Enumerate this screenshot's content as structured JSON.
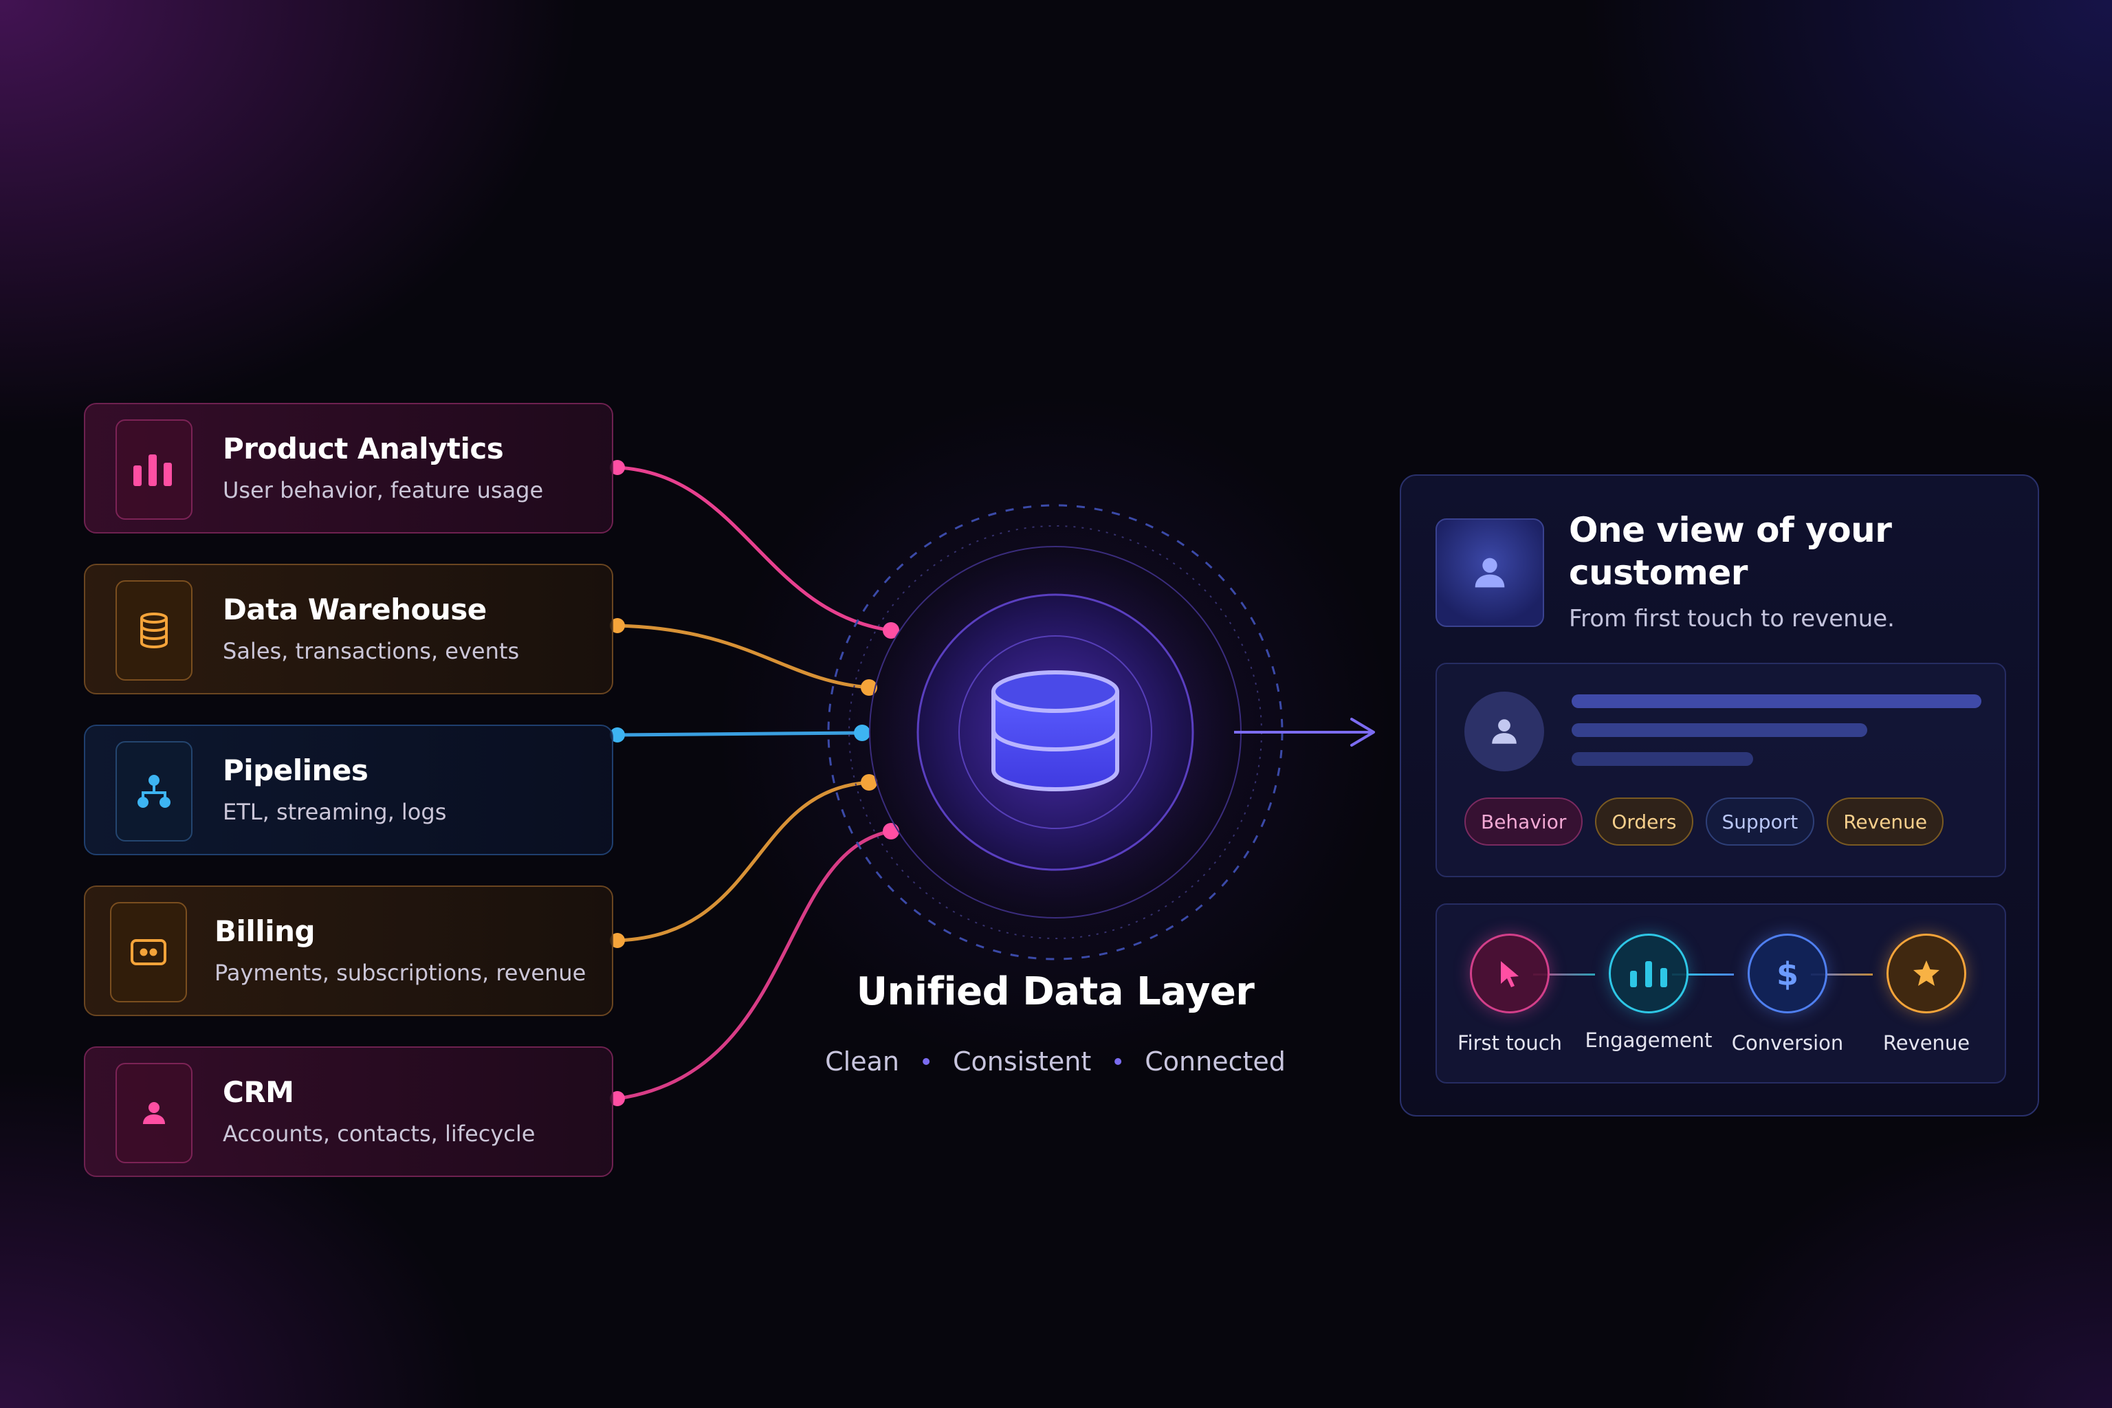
{
  "sources": [
    {
      "title": "Product Analytics",
      "subtitle": "User behavior, feature usage",
      "icon": "bar-chart-icon",
      "color": "#ff4fa3"
    },
    {
      "title": "Data Warehouse",
      "subtitle": "Sales, transactions, events",
      "icon": "database-icon",
      "color": "#f5a43a"
    },
    {
      "title": "Pipelines",
      "subtitle": "ETL, streaming, logs",
      "icon": "pipeline-icon",
      "color": "#3db4f2"
    },
    {
      "title": "Billing",
      "subtitle": "Payments, subscriptions, revenue",
      "icon": "wallet-icon",
      "color": "#f5a43a"
    },
    {
      "title": "CRM",
      "subtitle": "Accounts, contacts, lifecycle",
      "icon": "user-icon",
      "color": "#ff4fa3"
    }
  ],
  "hub": {
    "title": "Unified Data Layer",
    "tagline": [
      "Clean",
      "Consistent",
      "Connected"
    ],
    "icon": "database-icon",
    "accent": "#6a5cff"
  },
  "profile": {
    "title": "One view of your customer",
    "subtitle": "From first touch to revenue.",
    "avatar_icon": "user-icon",
    "tags": [
      "Behavior",
      "Orders",
      "Support",
      "Revenue"
    ],
    "journey": [
      {
        "label": "First touch",
        "icon": "cursor-icon",
        "color": "#ff4fa3"
      },
      {
        "label": "Engagement",
        "icon": "bar-chart-icon",
        "color": "#2ec7e6"
      },
      {
        "label": "Conversion",
        "icon": "dollar-icon",
        "color": "#5b8cff"
      },
      {
        "label": "Revenue",
        "icon": "star-icon",
        "color": "#f5a43a"
      }
    ]
  }
}
